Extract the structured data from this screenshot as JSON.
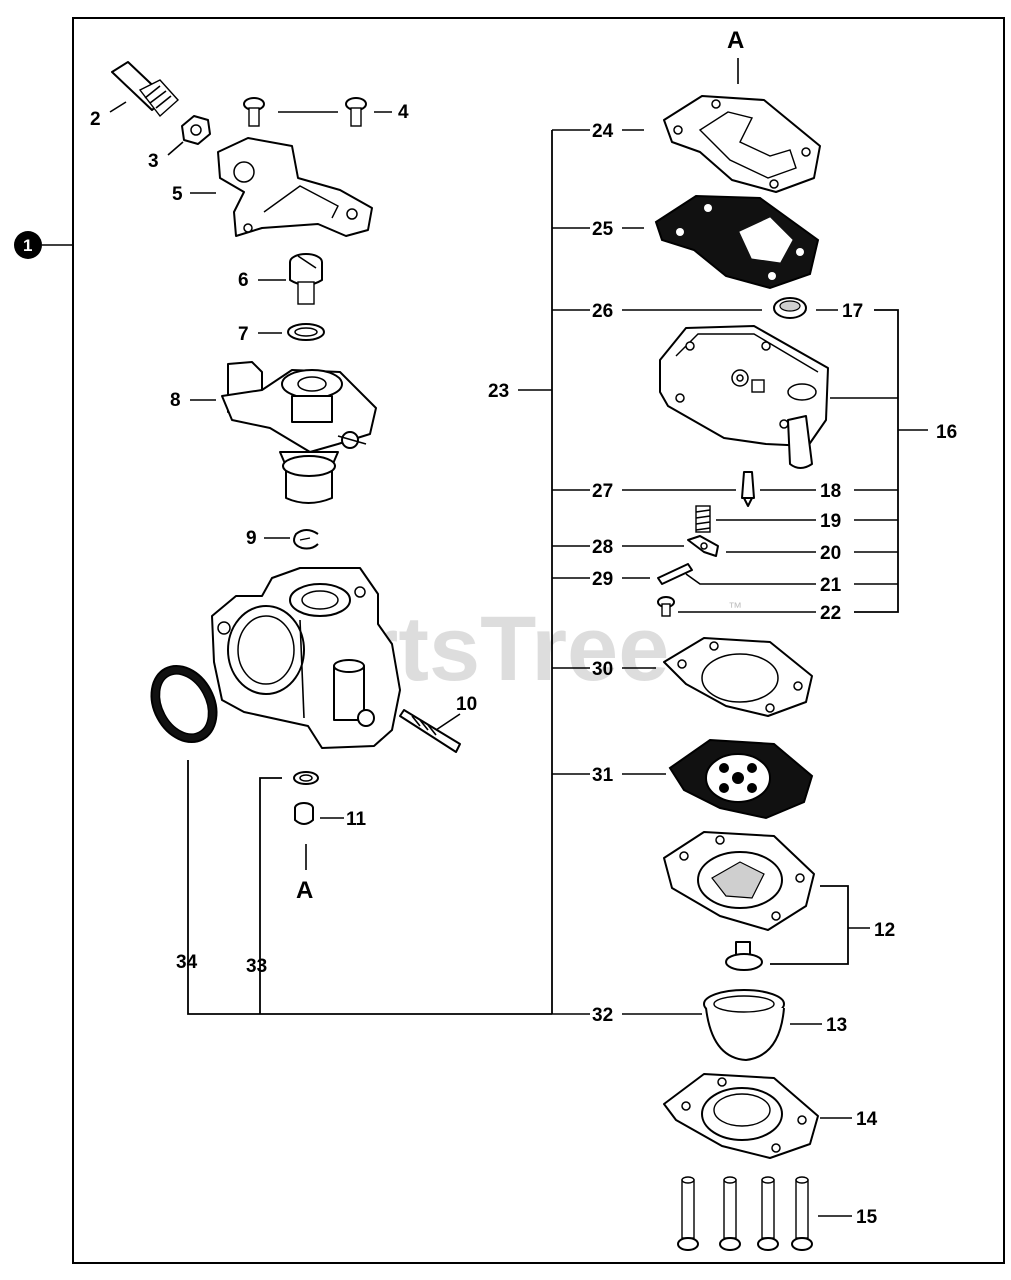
{
  "diagram": {
    "assembly_badge": "1",
    "section_marks": {
      "top": "A",
      "bottom": "A"
    },
    "watermark": "PartsTree",
    "watermark_tm": "™",
    "labels": {
      "p2": "2",
      "p3": "3",
      "p4": "4",
      "p5": "5",
      "p6": "6",
      "p7": "7",
      "p8": "8",
      "p9": "9",
      "p10": "10",
      "p11": "11",
      "p12": "12",
      "p13": "13",
      "p14": "14",
      "p15": "15",
      "p16": "16",
      "p17": "17",
      "p18": "18",
      "p19": "19",
      "p20": "20",
      "p21": "21",
      "p22": "22",
      "p23": "23",
      "p24": "24",
      "p25": "25",
      "p26": "26",
      "p27": "27",
      "p28": "28",
      "p29": "29",
      "p30": "30",
      "p31": "31",
      "p32": "32",
      "p33": "33",
      "p34": "34"
    }
  }
}
